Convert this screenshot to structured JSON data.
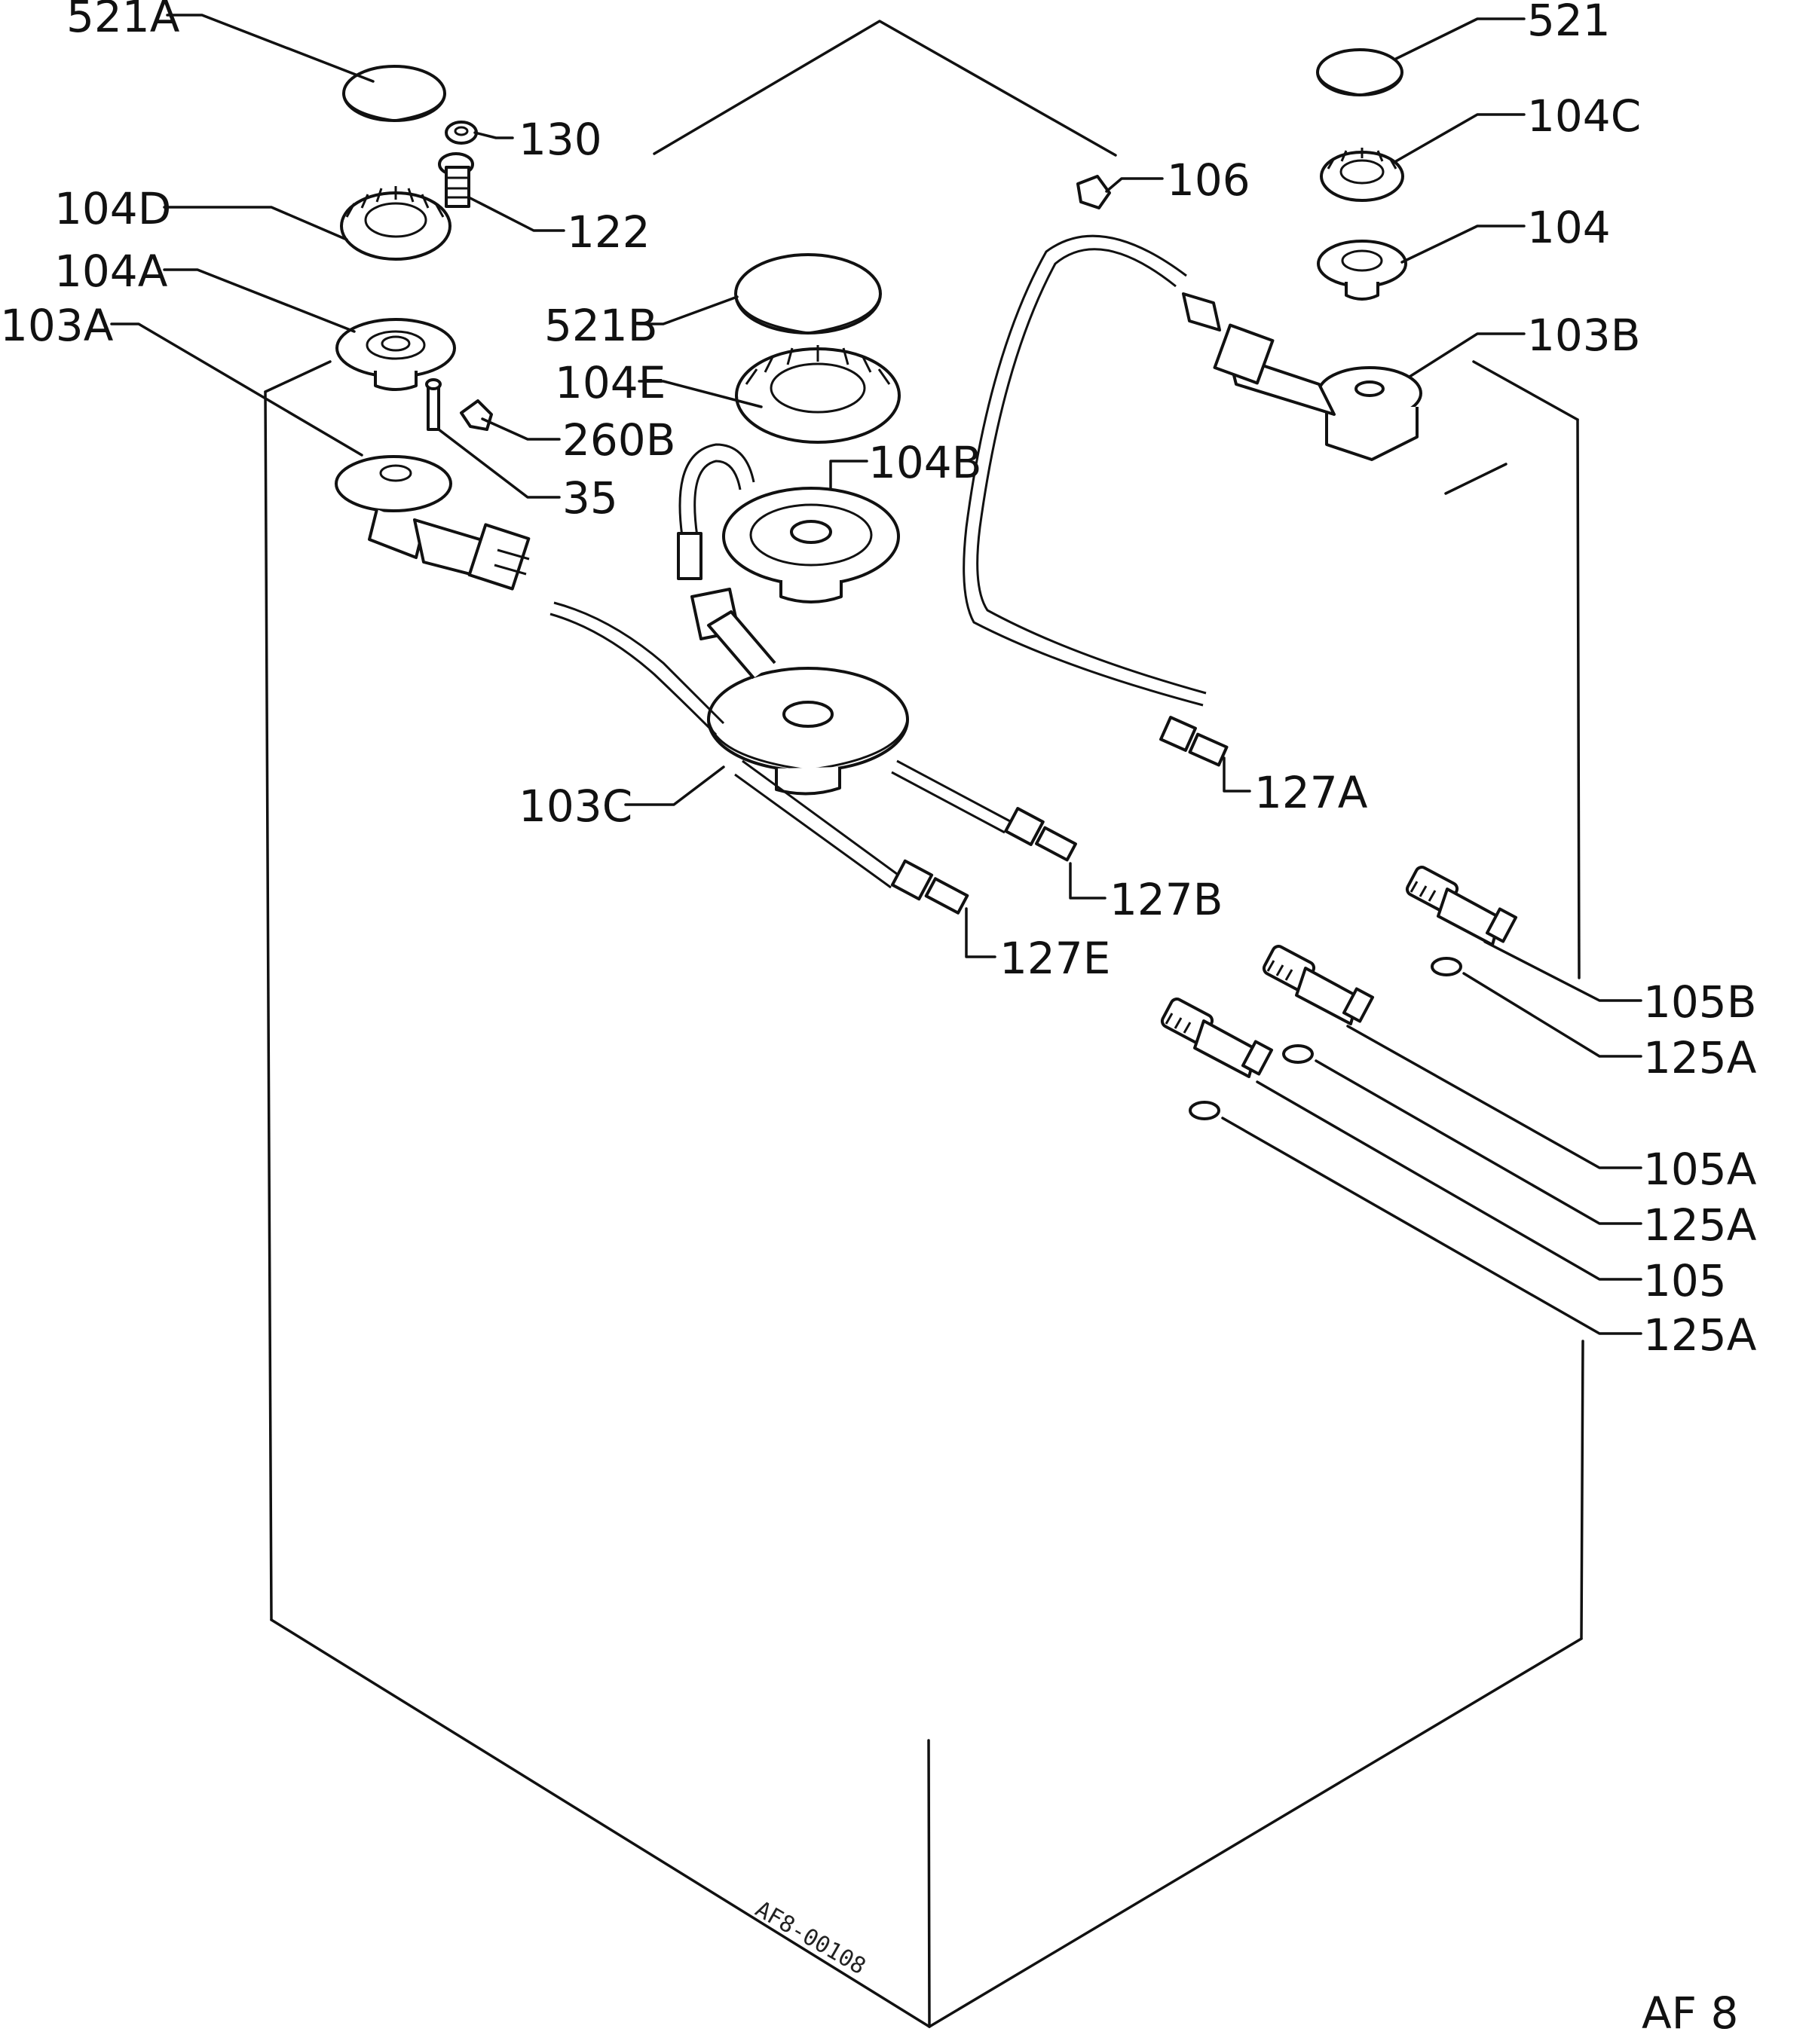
{
  "labels": [
    {
      "id": "521A",
      "text": "521A"
    },
    {
      "id": "130",
      "text": "130"
    },
    {
      "id": "122",
      "text": "122"
    },
    {
      "id": "104D",
      "text": "104D"
    },
    {
      "id": "104A",
      "text": "104A"
    },
    {
      "id": "103A",
      "text": "103A"
    },
    {
      "id": "521B",
      "text": "521B"
    },
    {
      "id": "104E",
      "text": "104E"
    },
    {
      "id": "260B",
      "text": "260B"
    },
    {
      "id": "35",
      "text": "35"
    },
    {
      "id": "104B",
      "text": "104B"
    },
    {
      "id": "106",
      "text": "106"
    },
    {
      "id": "521",
      "text": "521"
    },
    {
      "id": "104C",
      "text": "104C"
    },
    {
      "id": "104",
      "text": "104"
    },
    {
      "id": "103B",
      "text": "103B"
    },
    {
      "id": "103C",
      "text": "103C"
    },
    {
      "id": "127A",
      "text": "127A"
    },
    {
      "id": "127B",
      "text": "127B"
    },
    {
      "id": "127E",
      "text": "127E"
    },
    {
      "id": "105B",
      "text": "105B"
    },
    {
      "id": "125A_1",
      "text": "125A"
    },
    {
      "id": "105A",
      "text": "105A"
    },
    {
      "id": "125A_2",
      "text": "125A"
    },
    {
      "id": "105",
      "text": "105"
    },
    {
      "id": "125A_3",
      "text": "125A"
    }
  ],
  "drawing_code": "AF8-00108",
  "figure_code": "AF 8"
}
